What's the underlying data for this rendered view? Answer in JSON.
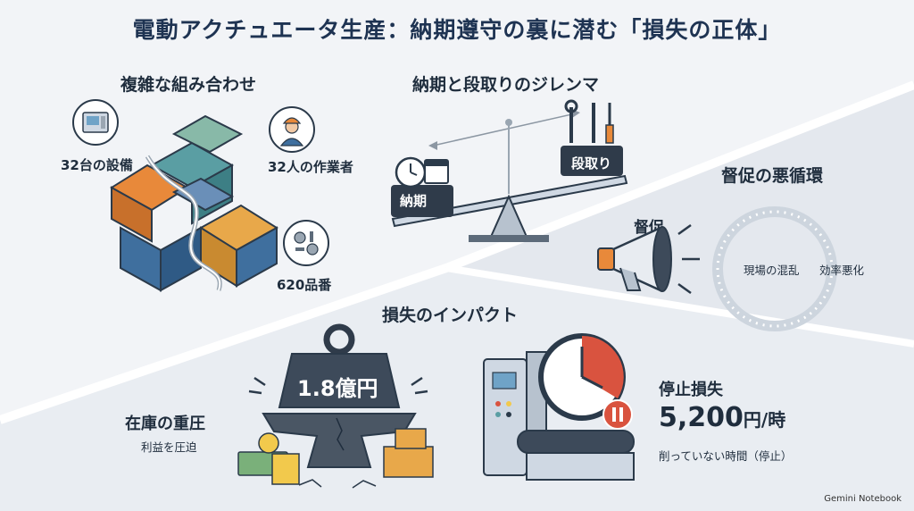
{
  "title": "電動アクチュエータ生産：納期遵守の裏に潜む「損失の正体」",
  "complexity": {
    "heading": "複雑な組み合わせ",
    "equipment": "32台の設備",
    "workers": "32人の作業者",
    "parts": "620品番"
  },
  "dilemma": {
    "heading": "納期と段取りのジレンマ",
    "left": "納期",
    "right": "段取り"
  },
  "cycle": {
    "heading": "督促の悪循環",
    "trigger": "督促",
    "item1": "現場の混乱",
    "item2": "効率悪化"
  },
  "impact": {
    "heading": "損失のインパクト",
    "weight_value": "1.8億円",
    "inventory_title": "在庫の重圧",
    "inventory_sub": "利益を圧迫",
    "stop_title": "停止損失",
    "stop_amount": "5,200",
    "stop_unit": "円/時",
    "stop_sub": "削っていない時間（停止）"
  },
  "brand": "Gemini Notebook",
  "colors": {
    "navy": "#1e3352",
    "dark": "#3d4a5a",
    "orange": "#e8893a",
    "teal": "#5a9ea3",
    "blue": "#3f6f9e",
    "red": "#d9533f"
  }
}
